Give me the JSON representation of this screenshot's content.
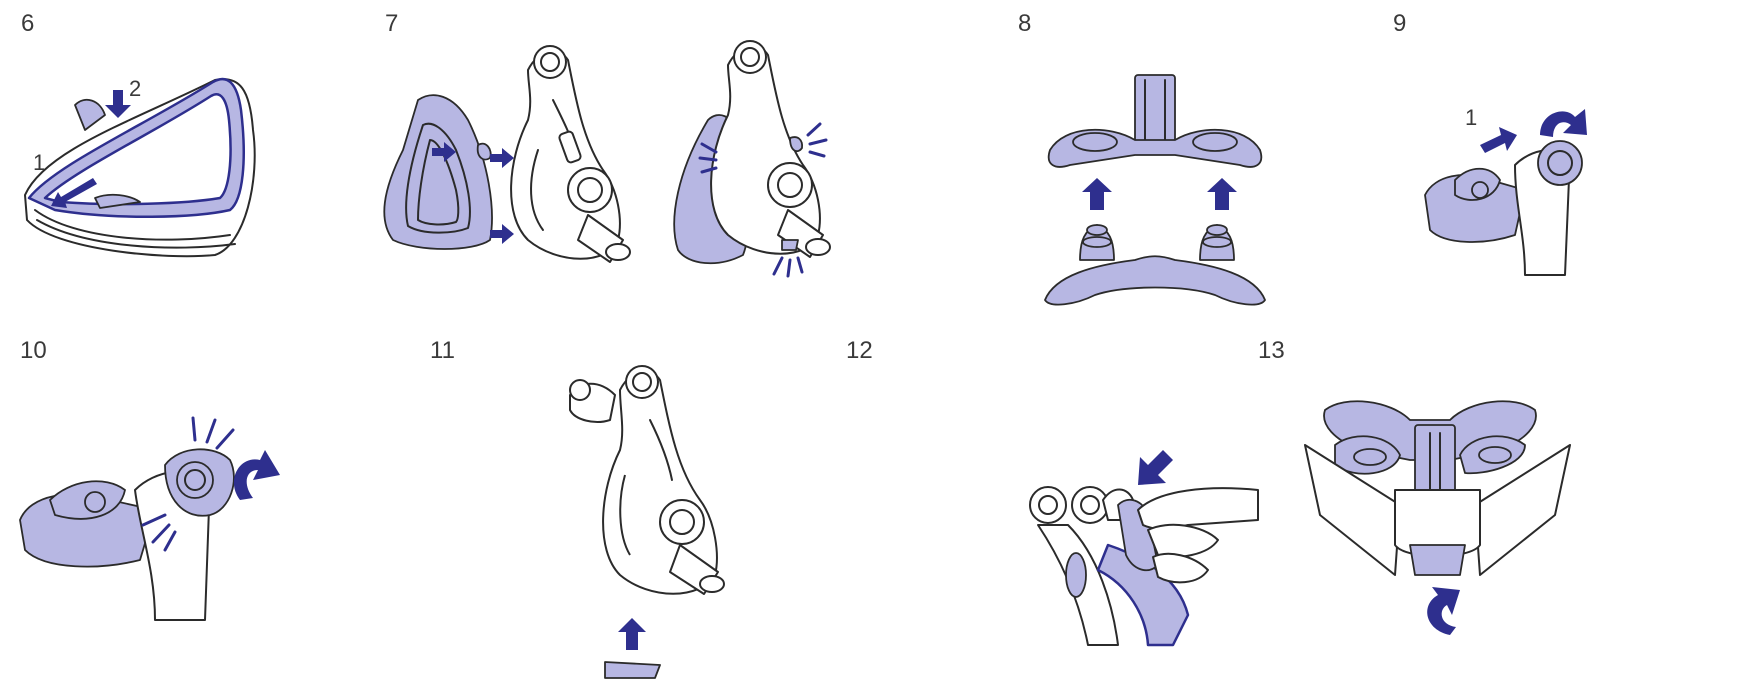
{
  "steps": [
    {
      "number": "6",
      "callouts": [
        "1",
        "2"
      ]
    },
    {
      "number": "7"
    },
    {
      "number": "8"
    },
    {
      "number": "9",
      "callouts": [
        "1"
      ]
    },
    {
      "number": "10"
    },
    {
      "number": "11"
    },
    {
      "number": "12"
    },
    {
      "number": "13"
    }
  ],
  "colors": {
    "accent_fill": "#b7b7e3",
    "arrow": "#2e2f8e",
    "line": "#2b2b2b"
  },
  "icons": [
    "push-arrow-icon",
    "rotate-arrow-icon",
    "click-indicator-icon"
  ]
}
